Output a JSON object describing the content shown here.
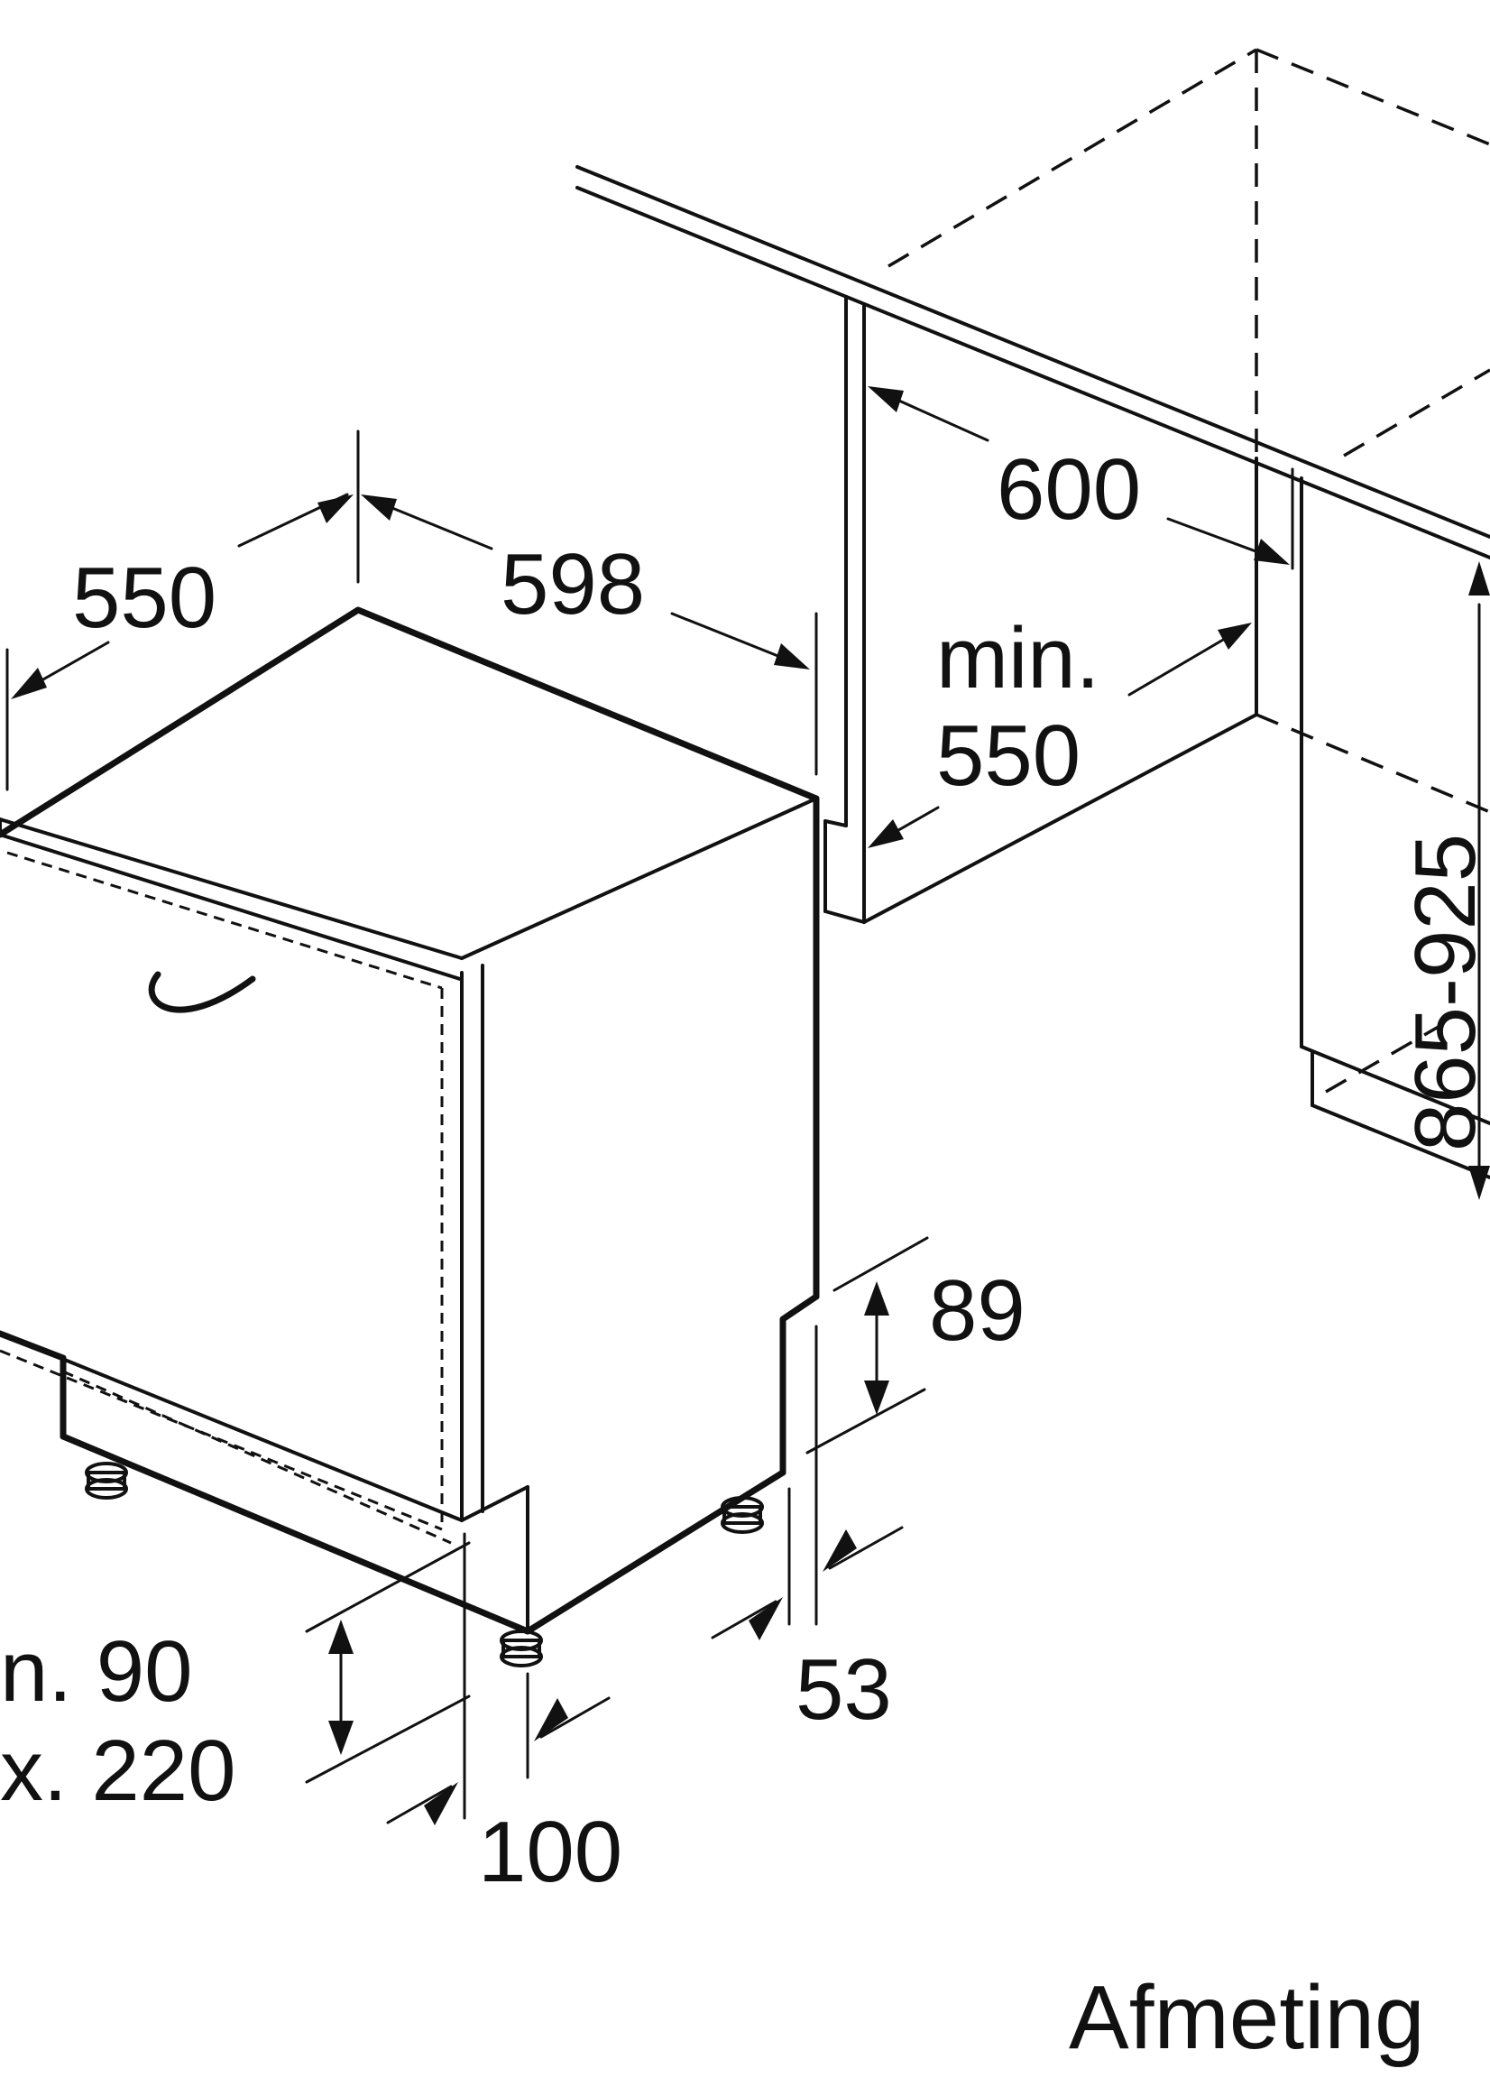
{
  "diagram": {
    "dimensions": {
      "depth": "550",
      "width": "598",
      "niche_width": "600",
      "niche_depth_line1": "min.",
      "niche_depth_line2": "550",
      "niche_height": "865-925",
      "toe_kick": "89",
      "rear_foot": "53",
      "plinth_line1": "n. 90",
      "plinth_line2": "x. 220",
      "front_foot": "100"
    },
    "caption": "Afmeting"
  }
}
